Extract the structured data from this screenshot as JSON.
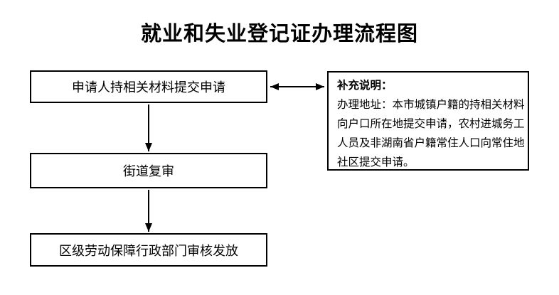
{
  "title": "就业和失业登记证办理流程图",
  "flowchart": {
    "steps": [
      {
        "label": "申请人持相关材料提交申请"
      },
      {
        "label": "街道复审"
      },
      {
        "label": "区级劳动保障行政部门审核发放"
      }
    ],
    "note": {
      "heading": "补充说明：",
      "body": "办理地址：本市城镇户籍的持相关材料向户口所在地提交申请，农村进城务工人员及非湖南省户籍常住人口向常住地社区提交申请。"
    }
  },
  "colors": {
    "background": "#ffffff",
    "line": "#000000",
    "text": "#000000"
  }
}
